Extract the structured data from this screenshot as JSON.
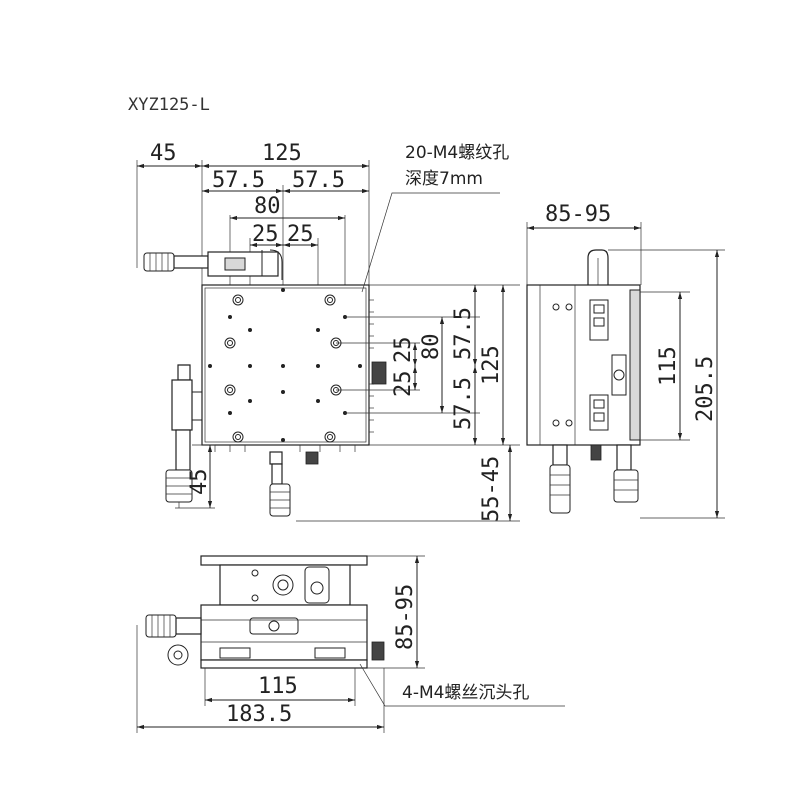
{
  "model": "XYZ125-L",
  "notes": {
    "thread_holes": "20-M4螺纹孔",
    "thread_depth": "深度7mm",
    "countersunk_holes": "4-M4螺丝沉头孔"
  },
  "dims": {
    "d45_top": "45",
    "d125_top": "125",
    "d57_5_a": "57.5",
    "d57_5_b": "57.5",
    "d80_top": "80",
    "d25_a": "25",
    "d25_b": "25",
    "d85_95_side": "85-95",
    "d115_side": "115",
    "d205_5": "205.5",
    "d57_5_v1": "57.5",
    "d80_v": "80",
    "d25_v1": "25",
    "d25_v2": "25",
    "d57_5_v2": "57.5",
    "d125_v": "125",
    "d55_45": "55-45",
    "d45_left": "45",
    "d85_95_front": "85-95",
    "d115_front": "115",
    "d183_5": "183.5"
  }
}
